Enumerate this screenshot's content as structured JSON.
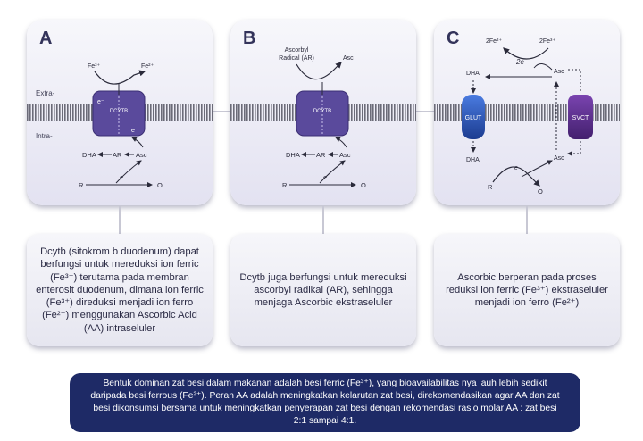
{
  "side_labels": {
    "extra": "Extra-",
    "intra": "Intra-"
  },
  "panels": [
    {
      "letter": "A",
      "labels": {
        "fe3": "Fe³⁺",
        "fe2": "Fe²⁺",
        "protein": "DCYTB",
        "e_top": "e⁻",
        "e_bottom": "e⁻",
        "dha": "DHA",
        "ar": "AR",
        "asc": "Asc",
        "r": "R",
        "o": "O",
        "e_mid": "e"
      },
      "description": "Dcytb (sitokrom b duodenum) dapat berfungsi untuk mereduksi ion ferric (Fe³⁺) terutama pada membran enterosit duodenum, dimana ion ferric (Fe³⁺) direduksi menjadi ion ferro (Fe²⁺) menggunakan Ascorbic Acid (AA) intraseluler"
    },
    {
      "letter": "B",
      "labels": {
        "ar_top_1": "Ascorbyl",
        "ar_top_2": "Radical (AR)",
        "asc_top": "Asc",
        "protein": "DCYTB",
        "dha": "DHA",
        "ar": "AR",
        "asc": "Asc",
        "r": "R",
        "o": "O",
        "e_mid": "e"
      },
      "description": "Dcytb juga berfungsi untuk mereduksi ascorbyl radikal (AR), sehingga menjaga Ascorbic ekstraseluler"
    },
    {
      "letter": "C",
      "labels": {
        "fe2": "2Fe²⁺",
        "fe3": "2Fe³⁺",
        "e2": "2e",
        "dha_top": "DHA",
        "asc_top": "Asc",
        "glut": "GLUT",
        "svct": "SVCT",
        "dha_bottom": "DHA",
        "asc_bottom": "Asc",
        "r": "R",
        "o": "O",
        "e_mid": "e"
      },
      "description": "Ascorbic berperan pada proses reduksi ion ferric (Fe³⁺) ekstraseluler menjadi ion ferro (Fe²⁺)"
    }
  ],
  "footer": "Bentuk dominan zat besi dalam makanan adalah besi ferric (Fe³⁺), yang bioavailabilitas nya jauh lebih sedikit daripada besi ferrous (Fe²⁺). Peran AA adalah meningkatkan kelarutan zat besi, direkomendasikan agar AA dan zat besi dikonsumsi bersama untuk meningkatkan penyerapan zat besi dengan rekomendasi rasio molar AA : zat besi 2:1 sampai 4:1.",
  "colors": {
    "navy": "#1e2a66",
    "protein": "#5a4a9c",
    "glut": "#2a4fb0",
    "svct": "#5a2c8c",
    "membrane": "#6b6b78"
  }
}
